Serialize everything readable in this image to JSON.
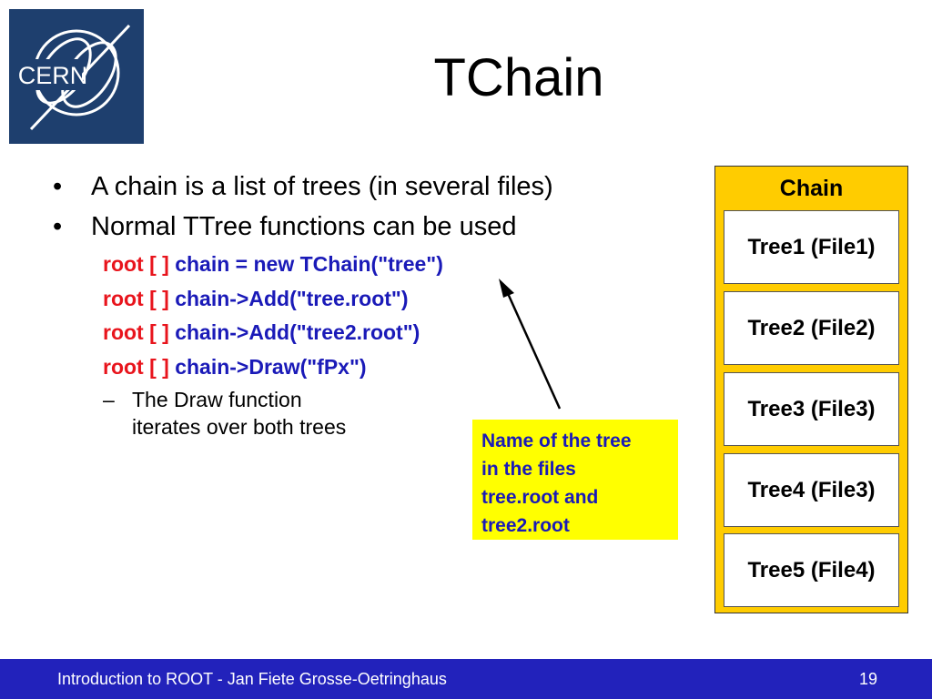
{
  "logo": {
    "text": "CERN"
  },
  "slide": {
    "title": "TChain"
  },
  "bullets": [
    "A chain is a list of trees (in several files)",
    "Normal TTree functions can be used"
  ],
  "code": [
    {
      "prompt": "root [ ]",
      "command": "chain = new TChain(\"tree\")"
    },
    {
      "prompt": "root [ ]",
      "command": "chain->Add(\"tree.root\")"
    },
    {
      "prompt": "root [ ]",
      "command": "chain->Add(\"tree2.root\")"
    },
    {
      "prompt": "root [ ]",
      "command": "chain->Draw(\"fPx\")"
    }
  ],
  "sub_bullet": {
    "dash": "–",
    "lines": [
      "The Draw function",
      "iterates over both trees"
    ]
  },
  "note": {
    "lines": [
      "Name of the tree",
      "in the files",
      "tree.root and",
      "tree2.root"
    ]
  },
  "chain": {
    "label": "Chain",
    "trees": [
      "Tree1 (File1)",
      "Tree2 (File2)",
      "Tree3 (File3)",
      "Tree4 (File3)",
      "Tree5 (File4)"
    ]
  },
  "footer": {
    "text": "Introduction to ROOT - Jan Fiete Grosse-Oetringhaus",
    "page": "19"
  },
  "colors": {
    "footer_bg": "#2222bb",
    "prompt": "#e8141c",
    "command": "#1a1ab8",
    "chain_bg": "#ffcc00",
    "note_bg": "#ffff00",
    "logo_bg": "#1e3f6e"
  }
}
